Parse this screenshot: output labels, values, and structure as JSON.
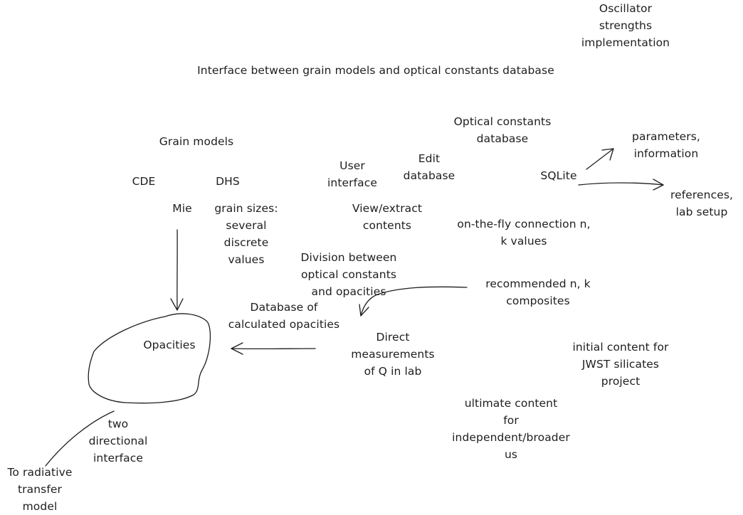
{
  "labels": {
    "oscillator": "Oscillator\nstrengths\nimplementation",
    "interface_title": "Interface between grain models and optical constants database",
    "grain_models": "Grain models",
    "optical_db": "Optical constants\ndatabase",
    "parameters": "parameters,\ninformation",
    "user_interface": "User\ninterface",
    "edit_database": "Edit\ndatabase",
    "sqlite": "SQLite",
    "references": "references,\nlab setup",
    "cde": "CDE",
    "dhs": "DHS",
    "mie": "Mie",
    "grain_sizes": "grain sizes:\nseveral\ndiscrete\nvalues",
    "view_extract": "View/extract\ncontents",
    "on_the_fly": "on-the-fly connection n,\nk values",
    "division": "Division between\noptical constants\nand opacities",
    "recommended": "recommended n, k\ncomposites",
    "database_opacities": "Database of\ncalculated opacities",
    "opacities": "Opacities",
    "direct_measurements": "Direct\nmeasurements\nof Q in lab",
    "initial_content": "initial content for\nJWST silicates\nproject",
    "ultimate_content": "ultimate content\nfor\nindependent/broader\nus",
    "two_directional": "two\ndirectional\ninterface",
    "radiative": "To radiative\ntransfer\nmodel"
  },
  "colors": {
    "ink": "#1e1e1e",
    "background": "#ffffff"
  }
}
